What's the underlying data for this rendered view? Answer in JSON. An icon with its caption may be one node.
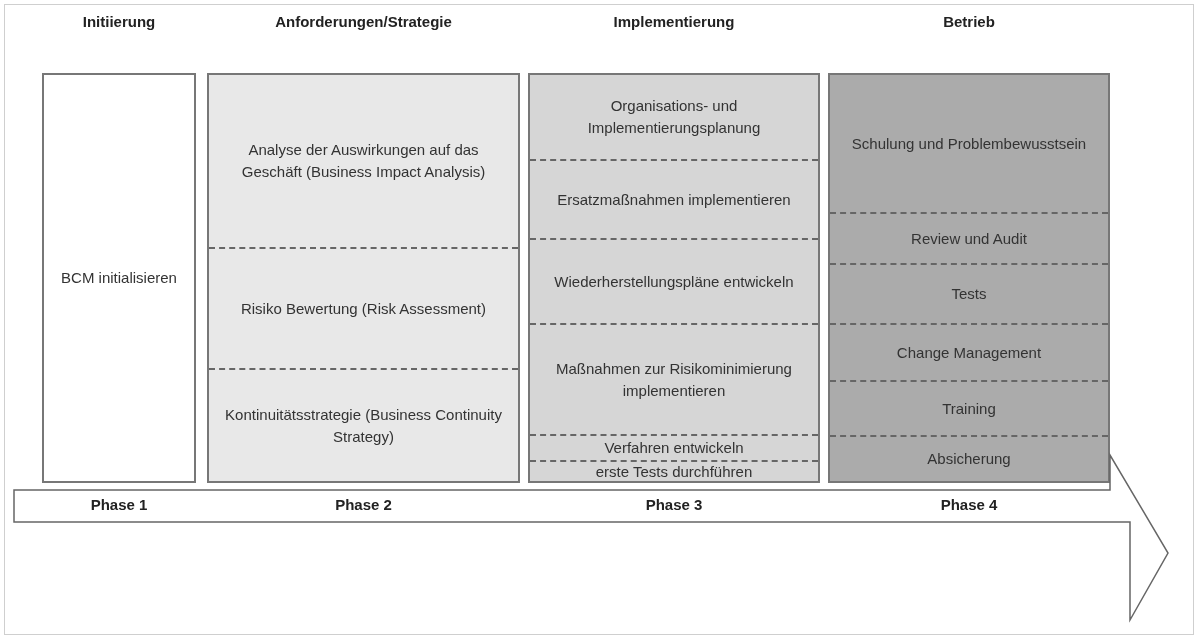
{
  "diagram": {
    "nodes": [
      {
        "text": [
          "Initiierung",
          "BCM initialisieren"
        ]
      },
      {
        "text": [
          "Anforderungen/Strategie"
        ]
      },
      {
        "text": [
          "Analyse der Auswirkungen auf das Geschäft (Business Impact Analysis)"
        ],
        "in": 1
      },
      {
        "text": [
          "Risiko Bewertung (Risk Assessment)"
        ],
        "in": 1
      },
      {
        "text": [
          "Kontinuitätsstrategie (Business Continuity Strategy)"
        ],
        "in": 1
      },
      {
        "text": [
          "Implementierung"
        ]
      },
      {
        "text": [
          "Organisations- und Implementierungsplanung"
        ],
        "in": 5
      },
      {
        "text": [
          "Ersatzmaßnahmen implementieren"
        ],
        "in": 5
      },
      {
        "text": [
          "Wiederherstellungspläne entwickeln"
        ],
        "in": 5
      },
      {
        "text": [
          "Maßnahmen zur Risikominimierung implementieren"
        ],
        "in": 5
      },
      {
        "text": [
          "Verfahren entwickeln"
        ],
        "in": 5
      },
      {
        "text": [
          "erste Tests durchführen"
        ],
        "in": 5
      },
      {
        "text": [
          "Betrieb"
        ]
      },
      {
        "text": [
          "Schulung und Problembewusstsein"
        ],
        "in": 12
      },
      {
        "text": [
          "Review und Audit"
        ],
        "in": 12
      },
      {
        "text": [
          "Tests"
        ],
        "in": 12
      },
      {
        "text": [
          "Change Management"
        ],
        "in": 12
      },
      {
        "text": [
          "Training"
        ],
        "in": 12
      },
      {
        "text": [
          "Absicherung"
        ],
        "in": 12
      }
    ],
    "labels": [
      "Phase 1",
      "Phase 2",
      "Phase 3",
      "Phase 4"
    ]
  }
}
